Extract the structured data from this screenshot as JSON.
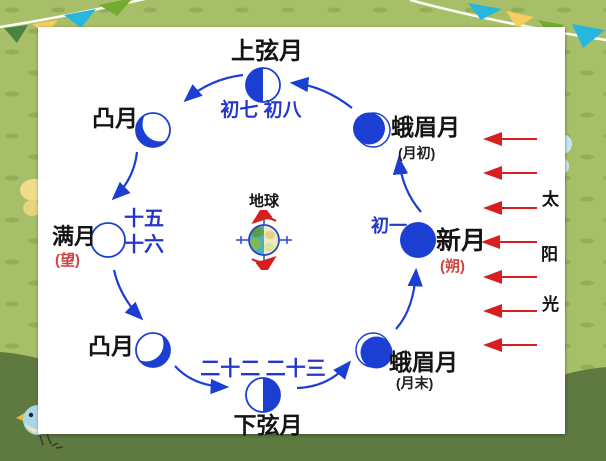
{
  "colors": {
    "moon_blue": "#1b3fd3",
    "date_blue": "#2437c8",
    "sun_arrow_red": "#d81f1f",
    "note_red": "#d04343",
    "background_green": "#a6bf68",
    "hill_green": "#5e7a41",
    "flag_cyan": "#28b7dc",
    "flag_yellow": "#f6cd5e",
    "flag_green": "#74aa31",
    "flag_dark_green": "#4a8340"
  },
  "diagram": {
    "earth_label": "地球",
    "sun": {
      "chars": [
        "太",
        "阳",
        "光"
      ]
    },
    "phases": {
      "top": {
        "name": "上弦月",
        "dates": "初七 初八"
      },
      "upper_left": {
        "name": "凸月"
      },
      "left": {
        "name": "满月",
        "note": "(望)",
        "dates": [
          "十五",
          "十六"
        ]
      },
      "lower_left": {
        "name": "凸月"
      },
      "bottom": {
        "name": "下弦月",
        "dates": "二十二 二十三"
      },
      "lower_right": {
        "name": "蛾眉月",
        "note": "(月末)"
      },
      "right": {
        "name": "新月",
        "note": "(朔)",
        "date": "初一"
      },
      "upper_right": {
        "name": "蛾眉月",
        "note": "(月初)"
      }
    }
  }
}
